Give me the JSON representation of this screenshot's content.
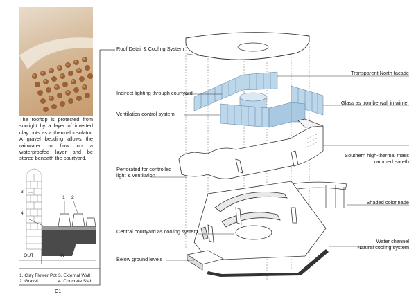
{
  "left_panel": {
    "description": "The rooftop is protected from sunlight by a layer of inverted clay pots as a thermal insulator. A gravel bedding allows the rainwater to flow on a waterproofed layer and be stored beneath the courtyard.",
    "section_markers": [
      "3",
      "4",
      "1",
      "2"
    ],
    "out_label": "OUT",
    "in_label": "IN",
    "legend_left": [
      "1. Clay Flower Pot",
      "2. Gravel"
    ],
    "legend_right": [
      "3. External Wall",
      "4. Concrete Slab"
    ],
    "figure_label": "C1"
  },
  "callouts": {
    "roof": "Roof Detail & Cooling System",
    "north_facade": "Transparent North facade",
    "indirect_lighting": "Indirect lighting through courtyard",
    "trombe": "Glass as trombe wall in winter",
    "ventilation": "Ventilation control system",
    "thermal_mass_1": "Southern high-thermal mass",
    "thermal_mass_2": "rammed eareth",
    "perforated_1": "Perforated for controlled",
    "perforated_2": "light & ventilation",
    "colonnade": "Shaded colonnade",
    "courtyard": "Central courtyard as cooling system",
    "water_1": "Water channel",
    "water_2": "Natural cooling system",
    "below_ground": "Below ground levels"
  },
  "colors": {
    "glass": "#bcd6ea",
    "glass_line": "#5a7fa0",
    "clay": "#b07a4a",
    "slab": "#4a4a4a"
  }
}
